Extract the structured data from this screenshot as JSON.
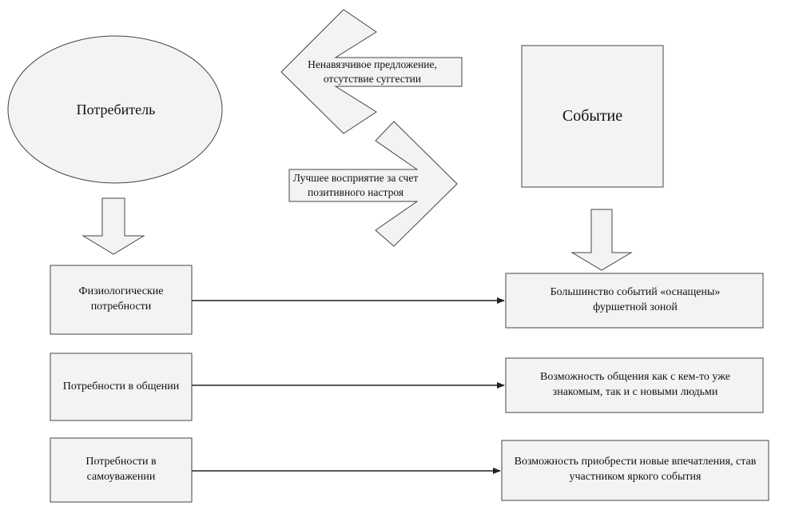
{
  "consumer": {
    "label": "Потребитель"
  },
  "event": {
    "label": "Событие"
  },
  "arrow_left": {
    "text": "Ненавязчивое предложение, отсутствие суггестии"
  },
  "arrow_right": {
    "text": "Лучшее восприятие за счет позитивного настроя"
  },
  "needs": [
    {
      "label": "Физиологические потребности"
    },
    {
      "label": "Потребности в общении"
    },
    {
      "label": "Потребности в самоуважении"
    }
  ],
  "outcomes": [
    {
      "label": "Большинство событий «оснащены» фуршетной зоной"
    },
    {
      "label": "Возможность общения как с кем-то уже знакомым, так и с новыми людьми"
    },
    {
      "label": "Возможность приобрести новые впечатления, став участником яркого события"
    }
  ]
}
